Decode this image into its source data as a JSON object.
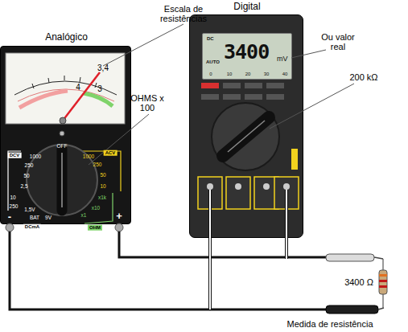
{
  "diagram": {
    "nodes": [
      {
        "text": [
          "Analógico"
        ]
      },
      {
        "text": [
          "Digital"
        ]
      },
      {
        "text": [
          "DC",
          "3400",
          "mV",
          "AUTO"
        ],
        "in": 1
      }
    ],
    "labels": [
      "Escala de resistências",
      "OHMS x 100",
      "Ou valor real",
      "200 kΩ",
      "3400 Ω",
      "Medida de resistência",
      "3,4",
      "4",
      "3",
      "OFF",
      "DCV",
      "1000",
      "ACV",
      "1000",
      "250",
      "50",
      "10",
      "x1k",
      "x10",
      "x1",
      "250",
      "50",
      "2,5",
      "10",
      "250",
      "1,5V",
      "BAT",
      "9V",
      "DCmA",
      "OHM",
      "-",
      "+",
      "0",
      "10",
      "20",
      "30",
      "40"
    ]
  }
}
